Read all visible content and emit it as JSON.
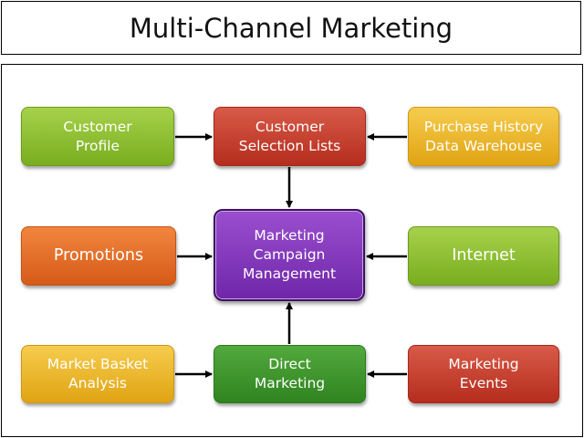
{
  "title": "Multi-Channel Marketing",
  "nodes": {
    "customer_profile": "Customer\nProfile",
    "customer_selection_lists": "Customer\nSelection Lists",
    "purchase_history": "Purchase History\nData Warehouse",
    "promotions": "Promotions",
    "marketing_campaign_management": "Marketing\nCampaign\nManagement",
    "internet": "Internet",
    "market_basket_analysis": "Market Basket\nAnalysis",
    "direct_marketing": "Direct\nMarketing",
    "marketing_events": "Marketing\nEvents"
  },
  "colors": {
    "green": "#8dc033",
    "dark_green": "#3f9a2e",
    "red": "#c33e2e",
    "yellow": "#eebb2c",
    "orange": "#e56d2a",
    "purple": "#7f35b8",
    "arrow": "#000000"
  }
}
